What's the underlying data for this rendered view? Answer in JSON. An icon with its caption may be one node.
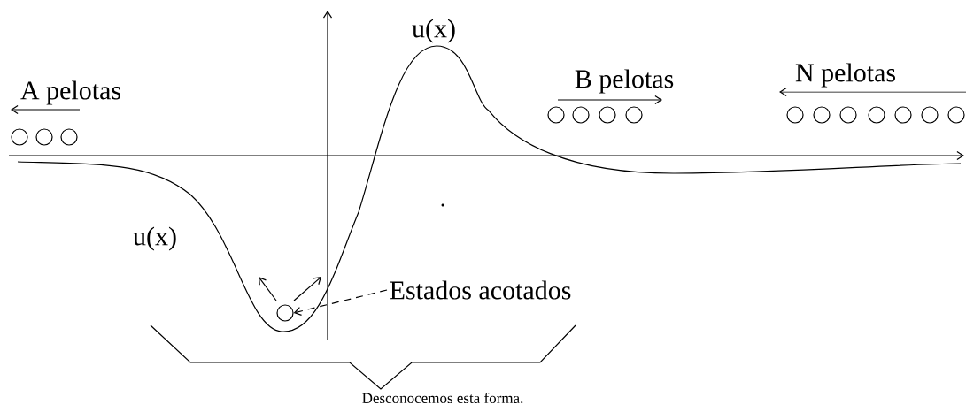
{
  "diagram": {
    "caption": "Desconocemos esta forma.",
    "nodes": [
      {
        "text": [
          "Estados acotados"
        ]
      },
      {
        "text": [],
        "shape": "circle"
      }
    ],
    "edges": [
      {
        "from": 0,
        "to": 1,
        "arrow": "to",
        "style": "dashed"
      }
    ],
    "labels": [
      "u(x)",
      "A pelotas",
      "B pelotas",
      "N pelotas",
      "u(x)"
    ]
  }
}
